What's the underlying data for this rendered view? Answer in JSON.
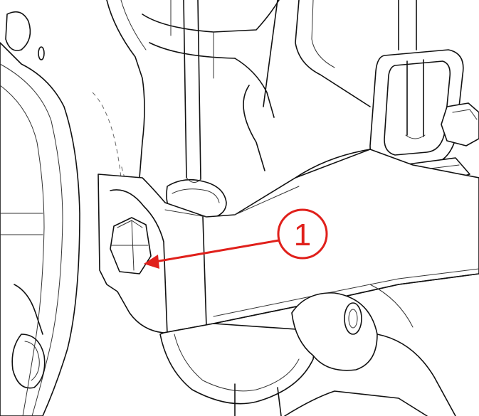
{
  "callout": {
    "number": "1",
    "color": "#e0201b"
  },
  "icons": {
    "callout": "numbered-callout-circle",
    "arrow": "leader-arrow"
  }
}
